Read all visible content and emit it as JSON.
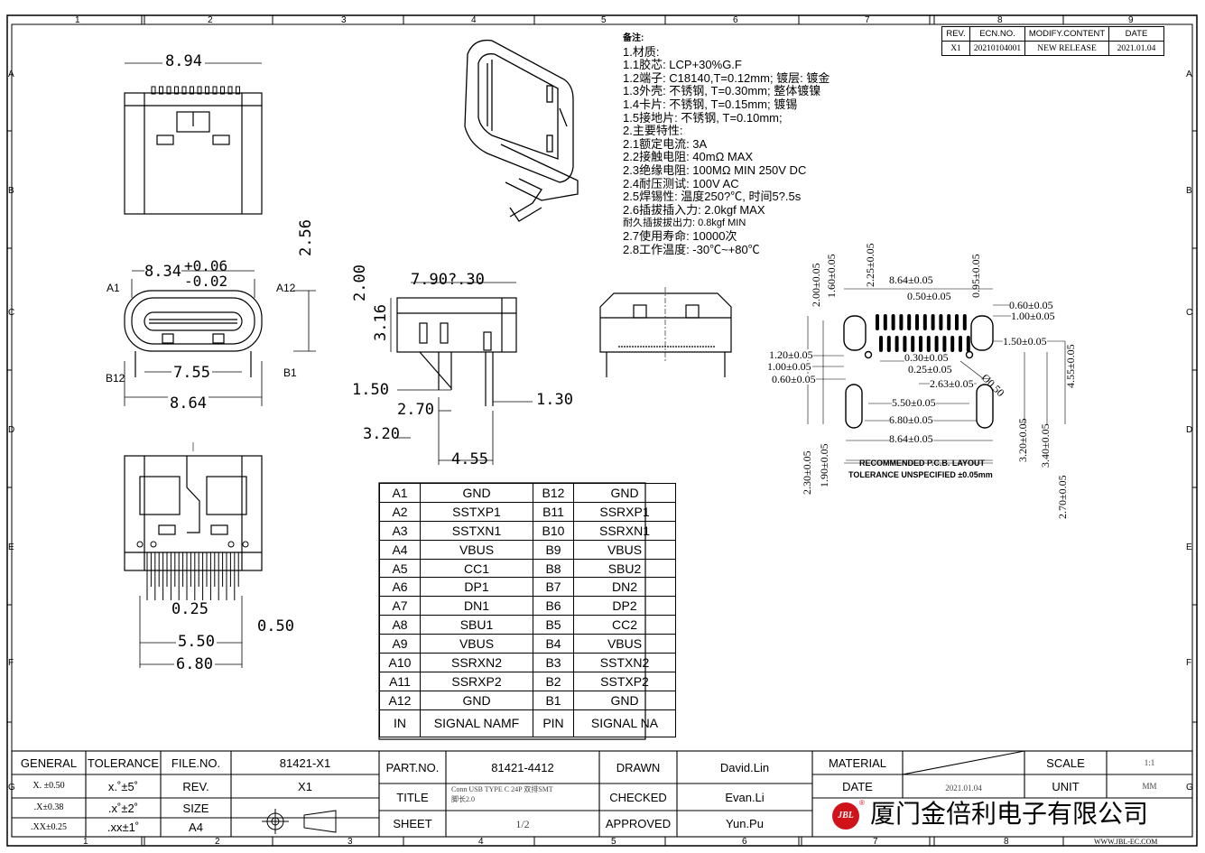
{
  "border": {
    "cols_top": [
      "1",
      "2",
      "3",
      "4",
      "5",
      "6",
      "7",
      "8",
      "9"
    ],
    "cols_bottom": [
      "1",
      "2",
      "3",
      "4",
      "5",
      "6",
      "7",
      "8"
    ],
    "rows": [
      "A",
      "B",
      "C",
      "D",
      "E",
      "F",
      "G"
    ]
  },
  "revision_table": {
    "headers": [
      "REV.",
      "ECN.NO.",
      "MODIFY.CONTENT",
      "DATE"
    ],
    "row": [
      "X1",
      "20210104001",
      "NEW RELEASE",
      "2021.01.04"
    ]
  },
  "notes": [
    "备注:",
    "1.材质:",
    "1.1胶芯: LCP+30%G.F",
    "1.2端子: C18140,T=0.12mm; 镀层: 镀金",
    "1.3外壳: 不锈钢, T=0.30mm; 整体镀镍",
    "1.4卡片: 不锈钢, T=0.15mm; 镀锡",
    "1.5接地片: 不锈钢, T=0.10mm;",
    "2.主要特性:",
    "2.1额定电流: 3A",
    "2.2接触电阻: 40mΩ  MAX",
    "2.3绝缘电阻: 100MΩ  MIN  250V  DC",
    "2.4耐压测试:  100V  AC",
    "2.5焊锡性: 温度250?℃, 时间5?.5s",
    "2.6插拔插入力: 2.0kgf MAX",
    "     耐久插拔拔出力: 0.8kgf MIN",
    "2.7使用寿命: 10000次",
    "2.8工作温度: -30℃~+80℃"
  ],
  "dims": {
    "top_width": "8.94",
    "front_width": "8.34",
    "front_tol_plus": "+0.06",
    "front_tol_minus": "-0.02",
    "front_height": "2.56",
    "pin_span": "7.55",
    "shell_width": "8.64",
    "label_a1": "A1",
    "label_a12": "A12",
    "label_b12": "B12",
    "label_b1": "B1",
    "side_length": "7.90?.30",
    "side_h1": "2.00",
    "side_h2": "3.16",
    "side_1_50": "1.50",
    "side_2_70": "2.70",
    "side_1_30": "1.30",
    "side_3_20": "3.20",
    "side_4_55": "4.55",
    "bottom_0_25": "0.25",
    "bottom_0_50": "0.50",
    "bottom_5_50": "5.50",
    "bottom_6_80": "6.80"
  },
  "pcb": {
    "labels": [
      "8.64±0.05",
      "0.50±0.05",
      "0.60±0.05",
      "1.00±0.05",
      "1.50±0.05",
      "1.20±0.05",
      "1.00±0.05",
      "0.30±0.05",
      "0.25±0.05",
      "0.60±0.05",
      "2.63±0.05",
      "5.50±0.05",
      "6.80±0.05",
      "8.64±0.05",
      "4.55±0.05",
      "2.00±0.05",
      "1.60±0.05",
      "2.25±0.05",
      "0.95±0.05",
      "2.30±0.05",
      "1.90±0.05",
      "3.20±0.05",
      "3.40±0.05",
      "2.70±0.05",
      "Ø0.50"
    ],
    "title": "RECOMMENDED   P.C.B. LAYOUT",
    "tolerance": "TOLERANCE  UNSPECIFIED  ±0.05mm"
  },
  "pin_table": [
    [
      "A1",
      "GND",
      "B12",
      "GND"
    ],
    [
      "A2",
      "SSTXP1",
      "B11",
      "SSRXP1"
    ],
    [
      "A3",
      "SSTXN1",
      "B10",
      "SSRXN1"
    ],
    [
      "A4",
      "VBUS",
      "B9",
      "VBUS"
    ],
    [
      "A5",
      "CC1",
      "B8",
      "SBU2"
    ],
    [
      "A6",
      "DP1",
      "B7",
      "DN2"
    ],
    [
      "A7",
      "DN1",
      "B6",
      "DP2"
    ],
    [
      "A8",
      "SBU1",
      "B5",
      "CC2"
    ],
    [
      "A9",
      "VBUS",
      "B4",
      "VBUS"
    ],
    [
      "A10",
      "SSRXN2",
      "B3",
      "SSTXN2"
    ],
    [
      "A11",
      "SSRXP2",
      "B2",
      "SSTXP2"
    ],
    [
      "A12",
      "GND",
      "B1",
      "GND"
    ],
    [
      "IN",
      "SIGNAL NAMF",
      "PIN",
      "SIGNAL NA"
    ]
  ],
  "title_block": {
    "general": "GENERAL",
    "tolerance": "TOLERANCE",
    "file_no_label": "FILE.NO.",
    "file_no": "81421-X1",
    "tol_x": "X. ±0.50",
    "tol_xa": "x.˚±5˚",
    "rev_label": "REV.",
    "rev": "X1",
    "tol_xx": ".X±0.38",
    "tol_xxa": ".x˚±2˚",
    "size_label": "SIZE",
    "tol_xxx": ".XX±0.25",
    "tol_xxxa": ".xx±1˚",
    "size": "A4",
    "part_no_label": "PART.NO.",
    "part_no": "81421-4412",
    "title_label": "TITLE",
    "title_line1": "Conn USB TYPE C 24P 双排SMT",
    "title_line2": "脚长2.0",
    "sheet_label": "SHEET",
    "sheet": "1/2",
    "drawn_label": "DRAWN",
    "drawn": "David.Lin",
    "checked_label": "CHECKED",
    "checked": "Evan.Li",
    "approved_label": "APPROVED",
    "approved": "Yun.Pu",
    "material_label": "MATERIAL",
    "date_label": "DATE",
    "date": "2021.01.04",
    "scale_label": "SCALE",
    "scale": "1:1",
    "unit_label": "UNIT",
    "unit": "MM",
    "company": "厦门金倍利电子有限公司",
    "logo_text": "JBL",
    "logo_mark": "®",
    "website": "WWW.JBL-EC.COM"
  },
  "colors": {
    "line": "#000000",
    "logo": "#d0121b",
    "ink": "#222222"
  }
}
